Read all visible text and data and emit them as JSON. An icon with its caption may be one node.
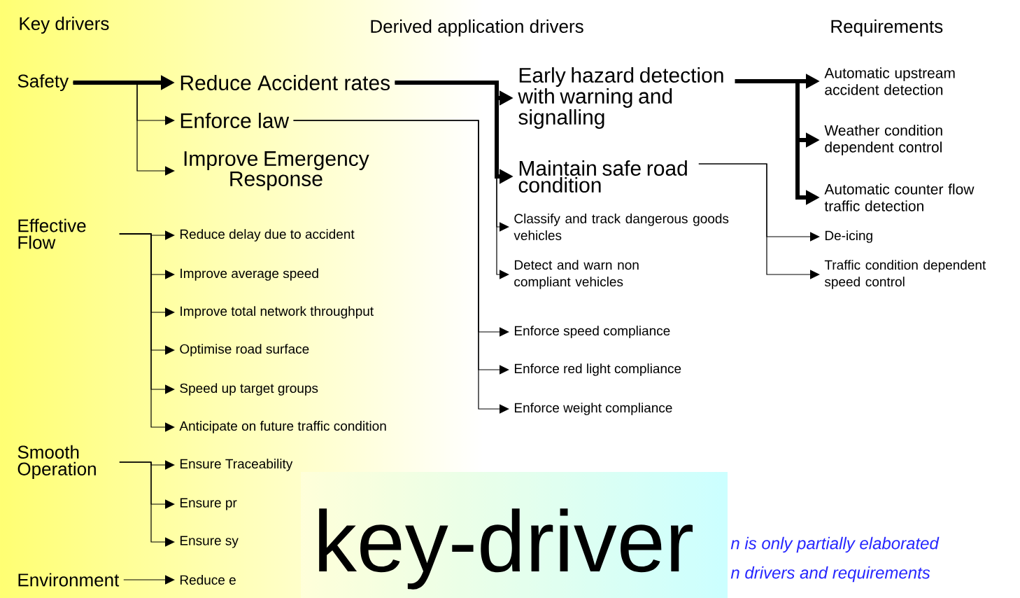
{
  "diagram": {
    "nodes": [
      {
        "text": [
          "Safety"
        ]
      },
      {
        "text": [
          "Reduce Accident rates"
        ]
      },
      {
        "text": [
          "Enforce law"
        ]
      },
      {
        "text": [
          "Improve Emergency Response"
        ]
      },
      {
        "text": [
          "Effective Flow"
        ]
      },
      {
        "text": [
          "Reduce delay due to accident"
        ]
      },
      {
        "text": [
          "Improve average speed"
        ]
      },
      {
        "text": [
          "Improve total network throughput"
        ]
      },
      {
        "text": [
          "Optimise road surface"
        ]
      },
      {
        "text": [
          "Speed up target groups"
        ]
      },
      {
        "text": [
          "Anticipate on future traffic condition"
        ]
      },
      {
        "text": [
          "Smooth Operation"
        ]
      },
      {
        "text": [
          "Ensure Traceability"
        ]
      },
      {
        "text": [
          "Ensure pr"
        ]
      },
      {
        "text": [
          "Ensure sy"
        ]
      },
      {
        "text": [
          "Environment"
        ]
      },
      {
        "text": [
          "Reduce e"
        ]
      },
      {
        "text": [
          "Early hazard detection with warning and signalling"
        ]
      },
      {
        "text": [
          "Maintain safe road condition"
        ]
      },
      {
        "text": [
          "Classify and track dangerous goods vehicles"
        ]
      },
      {
        "text": [
          "Detect and warn non compliant vehicles"
        ]
      },
      {
        "text": [
          "Enforce speed compliance"
        ]
      },
      {
        "text": [
          "Enforce red light compliance"
        ]
      },
      {
        "text": [
          "Enforce weight compliance"
        ]
      },
      {
        "text": [
          "Automatic upstream accident detection"
        ]
      },
      {
        "text": [
          "Weather condition dependent control"
        ]
      },
      {
        "text": [
          "Automatic counter flow traffic detection"
        ]
      },
      {
        "text": [
          "De-icing"
        ]
      },
      {
        "text": [
          "Traffic condition dependent speed control"
        ]
      }
    ],
    "edges": [
      {
        "from": 0,
        "to": 1,
        "arrow": "to",
        "style": "thick"
      },
      {
        "from": 0,
        "to": 2,
        "arrow": "to"
      },
      {
        "from": 0,
        "to": 3,
        "arrow": "to"
      },
      {
        "from": 4,
        "to": 5,
        "arrow": "to"
      },
      {
        "from": 4,
        "to": 6,
        "arrow": "to"
      },
      {
        "from": 4,
        "to": 7,
        "arrow": "to"
      },
      {
        "from": 4,
        "to": 8,
        "arrow": "to"
      },
      {
        "from": 4,
        "to": 9,
        "arrow": "to"
      },
      {
        "from": 4,
        "to": 10,
        "arrow": "to"
      },
      {
        "from": 11,
        "to": 12,
        "arrow": "to"
      },
      {
        "from": 11,
        "to": 13,
        "arrow": "to"
      },
      {
        "from": 11,
        "to": 14,
        "arrow": "to"
      },
      {
        "from": 15,
        "to": 16,
        "arrow": "to"
      },
      {
        "from": 1,
        "to": 17,
        "arrow": "to",
        "style": "thick"
      },
      {
        "from": 1,
        "to": 18,
        "arrow": "to",
        "style": "thick"
      },
      {
        "from": 1,
        "to": 19,
        "arrow": "to"
      },
      {
        "from": 1,
        "to": 20,
        "arrow": "to"
      },
      {
        "from": 2,
        "to": 21,
        "arrow": "to"
      },
      {
        "from": 2,
        "to": 22,
        "arrow": "to"
      },
      {
        "from": 2,
        "to": 23,
        "arrow": "to"
      },
      {
        "from": 17,
        "to": 24,
        "arrow": "to",
        "style": "thick"
      },
      {
        "from": 17,
        "to": 25,
        "arrow": "to",
        "style": "thick"
      },
      {
        "from": 17,
        "to": 26,
        "arrow": "to",
        "style": "thick"
      },
      {
        "from": 18,
        "to": 27,
        "arrow": "to"
      },
      {
        "from": 18,
        "to": 28,
        "arrow": "to"
      }
    ],
    "labels": [
      "Key drivers",
      "Derived application drivers",
      "Requirements",
      "key-driver",
      "n is only partially elaborated",
      "n drivers and requirements"
    ]
  }
}
